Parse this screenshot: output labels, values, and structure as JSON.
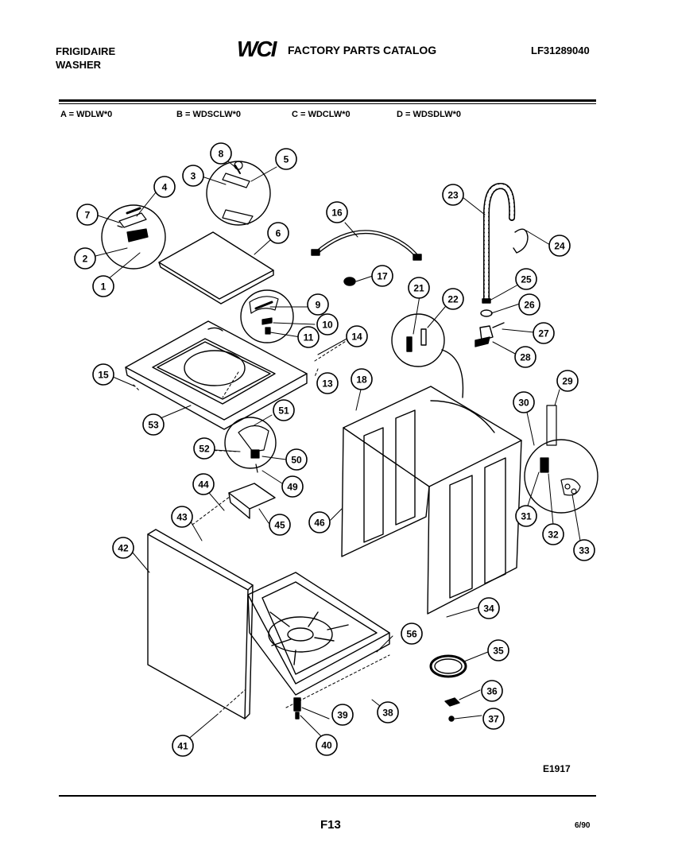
{
  "header": {
    "brand": "FRIGIDAIRE",
    "product": "WASHER",
    "logo_text": "WCI",
    "catalog_title": "FACTORY PARTS CATALOG",
    "model_number": "LF31289040"
  },
  "variants": [
    {
      "text": "A = WDLW*0"
    },
    {
      "text": "B = WDSCLW*0"
    },
    {
      "text": "C = WDCLW*0"
    },
    {
      "text": "D = WDSDLW*0"
    }
  ],
  "callouts": [
    "1",
    "2",
    "3",
    "4",
    "5",
    "6",
    "7",
    "8",
    "9",
    "10",
    "11",
    "13",
    "14",
    "15",
    "16",
    "17",
    "18",
    "21",
    "22",
    "23",
    "24",
    "25",
    "26",
    "27",
    "28",
    "29",
    "30",
    "31",
    "32",
    "33",
    "34",
    "35",
    "36",
    "37",
    "38",
    "39",
    "40",
    "41",
    "42",
    "43",
    "44",
    "45",
    "46",
    "49",
    "50",
    "51",
    "52",
    "53",
    "56"
  ],
  "footer": {
    "diagram_code": "E1917",
    "page_id": "F13",
    "date": "6/90"
  },
  "colors": {
    "ink": "#000000",
    "paper": "#ffffff"
  }
}
